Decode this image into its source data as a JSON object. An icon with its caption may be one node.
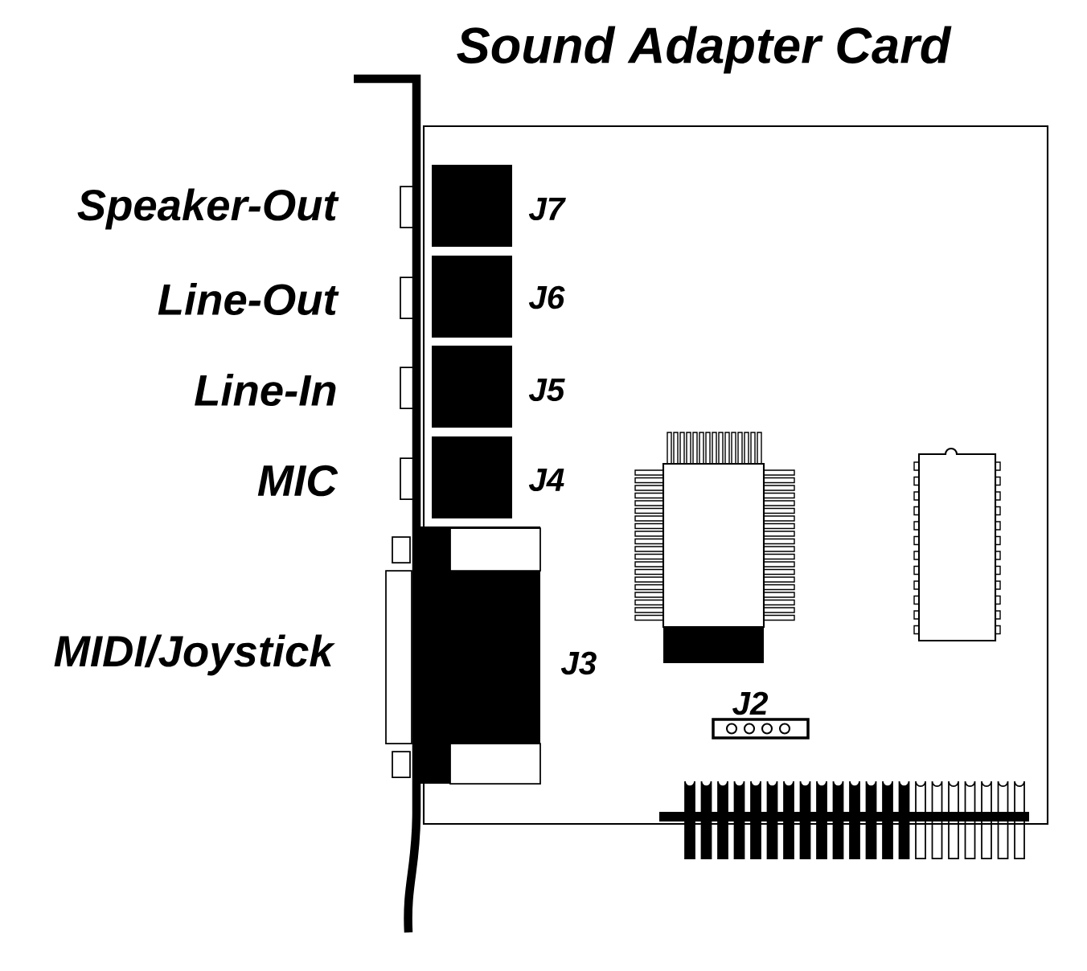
{
  "diagram": {
    "title": "Sound Adapter Card",
    "labels": [
      "Speaker-Out",
      "J7",
      "Line-Out",
      "J6",
      "Line-In",
      "J5",
      "MIC",
      "J4",
      "MIDI/Joystick",
      "J3",
      "J2"
    ]
  }
}
